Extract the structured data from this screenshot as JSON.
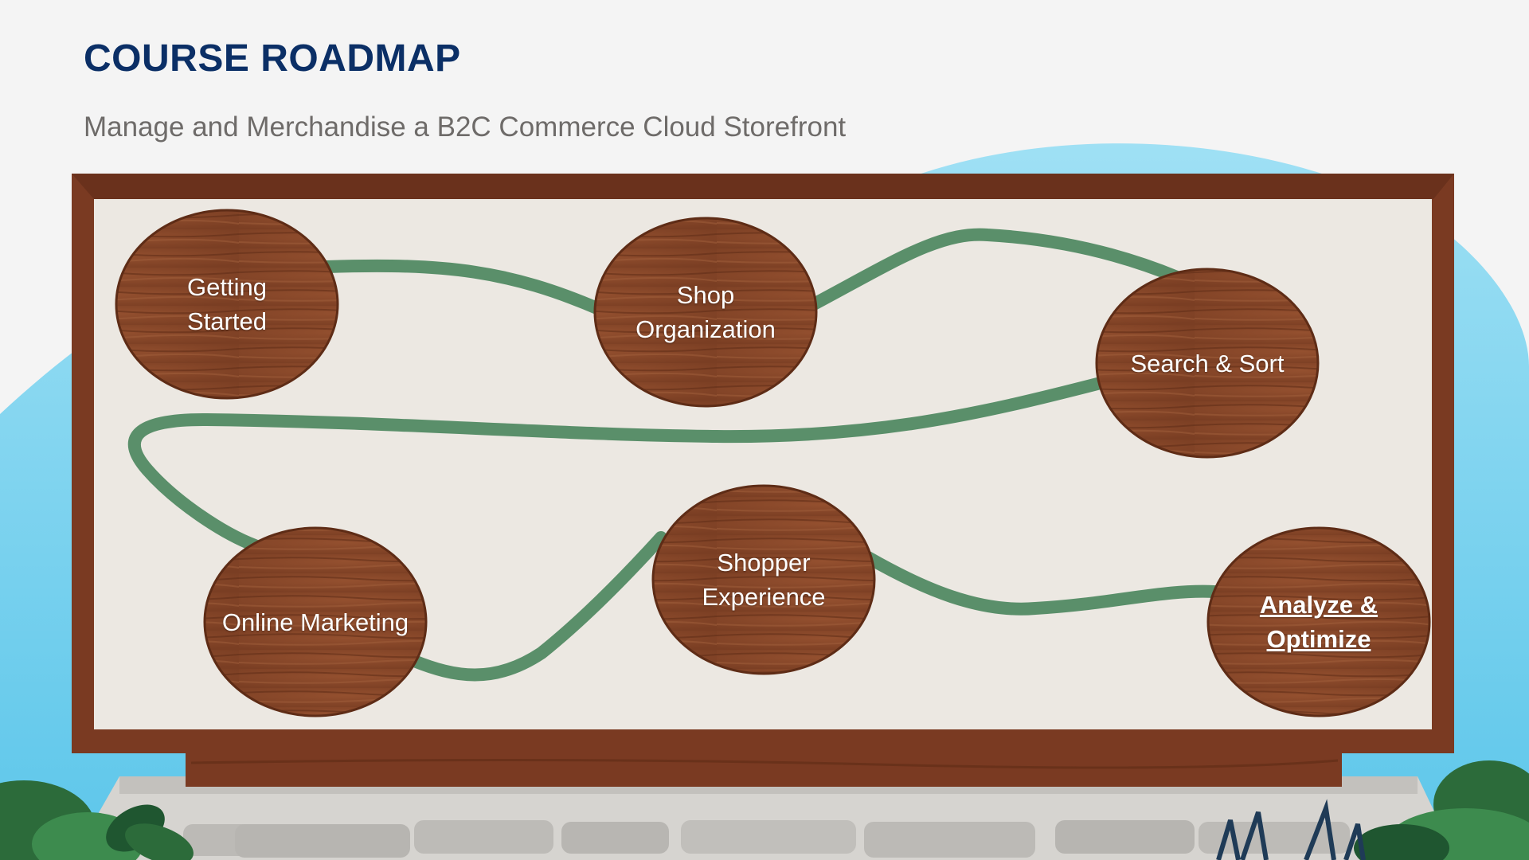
{
  "slide": {
    "title": "COURSE ROADMAP",
    "subtitle": "Manage and Merchandise a B2C Commerce Cloud Storefront"
  },
  "roadmap": {
    "steps": [
      {
        "label": "Getting\nStarted",
        "current": false
      },
      {
        "label": "Shop\nOrganization",
        "current": false
      },
      {
        "label": "Search & Sort",
        "current": false
      },
      {
        "label": "Online Marketing",
        "current": false
      },
      {
        "label": "Shopper\nExperience",
        "current": false
      },
      {
        "label": "Analyze &\nOptimize",
        "current": true
      }
    ]
  },
  "colors": {
    "title": "#0b2f66",
    "subtitle": "#6e6b69",
    "sky": "#8fd8f0",
    "frame": "#7a3a22",
    "board": "#ece8e2",
    "path": "#5a8f6a",
    "wood": "#8b4a2c",
    "stone": "#cfcdc9"
  }
}
